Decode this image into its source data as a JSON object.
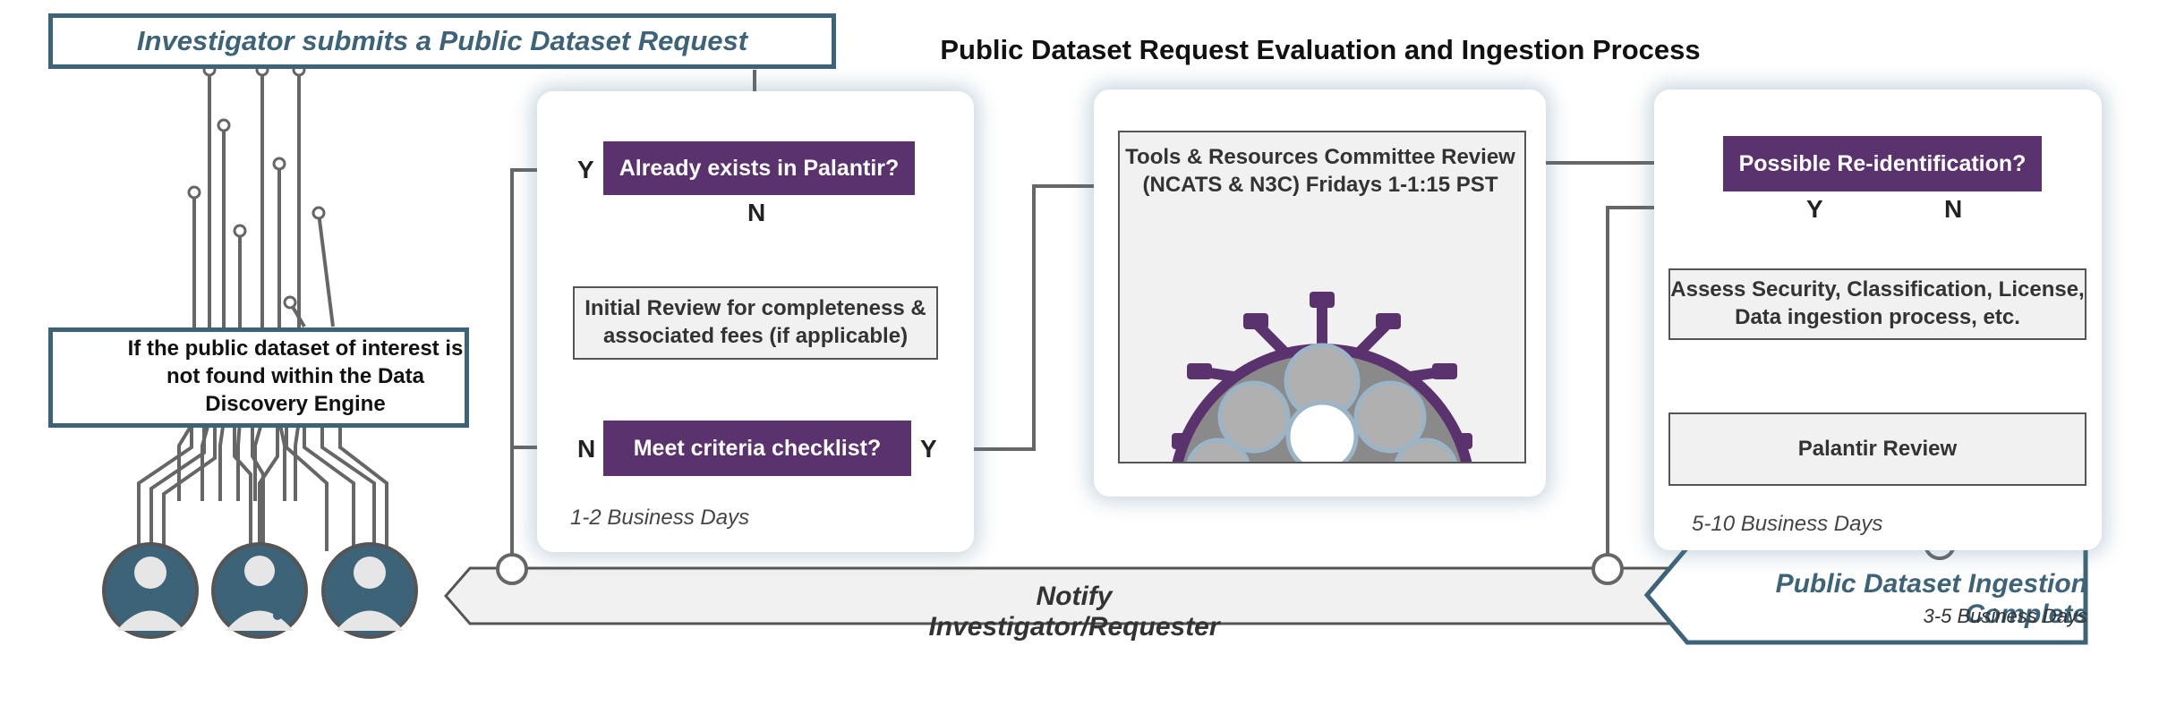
{
  "title": "Public Dataset Request Evaluation and Ingestion Process",
  "request": "Investigator submits a Public Dataset Request",
  "engine_note": "If the public dataset of interest is not found within the Data Discovery Engine",
  "stage1": {
    "q_exists": "Already exists in Palantir?",
    "initial_review": "Initial Review for completeness & associated fees (if applicable)",
    "q_criteria": "Meet criteria checklist?",
    "duration": "1-2 Business Days"
  },
  "stage2": {
    "committee": "Tools & Resources Committee Review (NCATS & N3C) Fridays 1-1:15 PST"
  },
  "stage3": {
    "q_reid": "Possible Re-identification?",
    "assess": "Assess Security, Classification, License, Data ingestion process, etc.",
    "palantir_review": "Palantir Review",
    "duration": "5-10 Business Days"
  },
  "labels": {
    "yes": "Y",
    "no": "N"
  },
  "notify": "Notify Investigator/Requester",
  "complete": {
    "title": "Public Dataset Ingestion Complete",
    "duration": "3-5 Business Days"
  },
  "icons": [
    "engine-logo-icon",
    "investigator-female-icon",
    "doctor-icon",
    "researcher-icon",
    "virus-icon"
  ],
  "colors": {
    "teal": "#3d6378",
    "purple": "#5a336e",
    "grey": "#f1f1f1",
    "line": "#666666"
  }
}
